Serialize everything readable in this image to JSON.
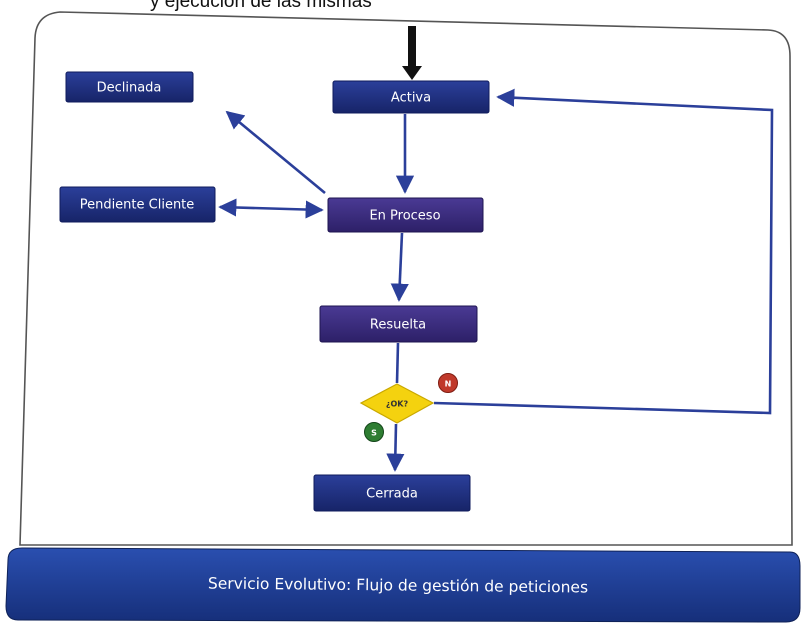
{
  "caption": "y ejecución de las mismas",
  "nodes": {
    "declinada": "Declinada",
    "activa": "Activa",
    "pendiente_cliente": "Pendiente Cliente",
    "en_proceso": "En Proceso",
    "resuelta": "Resuelta",
    "decision": "¿OK?",
    "cerrada": "Cerrada"
  },
  "badges": {
    "no": "N",
    "si": "S"
  },
  "footer": "Servicio Evolutivo: Flujo de gestión de peticiones",
  "colors": {
    "node_blue": "#1f2f86",
    "node_purple": "#3a2a7e",
    "arrow": "#2b3f9a",
    "decision_fill": "#f4d20f",
    "badge_red": "#c0392b",
    "badge_green": "#2e7d32",
    "footer": "#1e3c92"
  }
}
